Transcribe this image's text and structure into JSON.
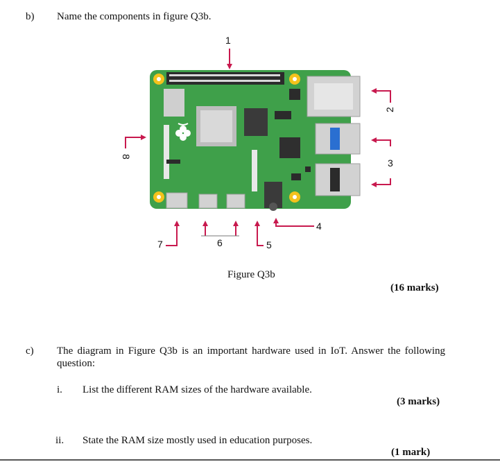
{
  "part_b": {
    "label": "b)",
    "question": "Name the components in figure Q3b.",
    "figure_caption": "Figure Q3b",
    "marks": "(16 marks)",
    "callouts": [
      "1",
      "2",
      "3",
      "4",
      "5",
      "6",
      "7",
      "8"
    ]
  },
  "part_c": {
    "label": "c)",
    "intro": "The diagram in Figure Q3b is an important hardware used in IoT. Answer the following question:",
    "items": [
      {
        "numeral": "i.",
        "text": "List the different RAM sizes of the hardware available.",
        "marks": "(3 marks)"
      },
      {
        "numeral": "ii.",
        "text": "State the RAM size mostly used in education purposes.",
        "marks": "(1 mark)"
      }
    ]
  },
  "colors": {
    "board_green": "#3fa04a",
    "arrow_red": "#c8194e",
    "mount_yellow": "#f4c21c",
    "port_grey": "#d2d2d2"
  }
}
